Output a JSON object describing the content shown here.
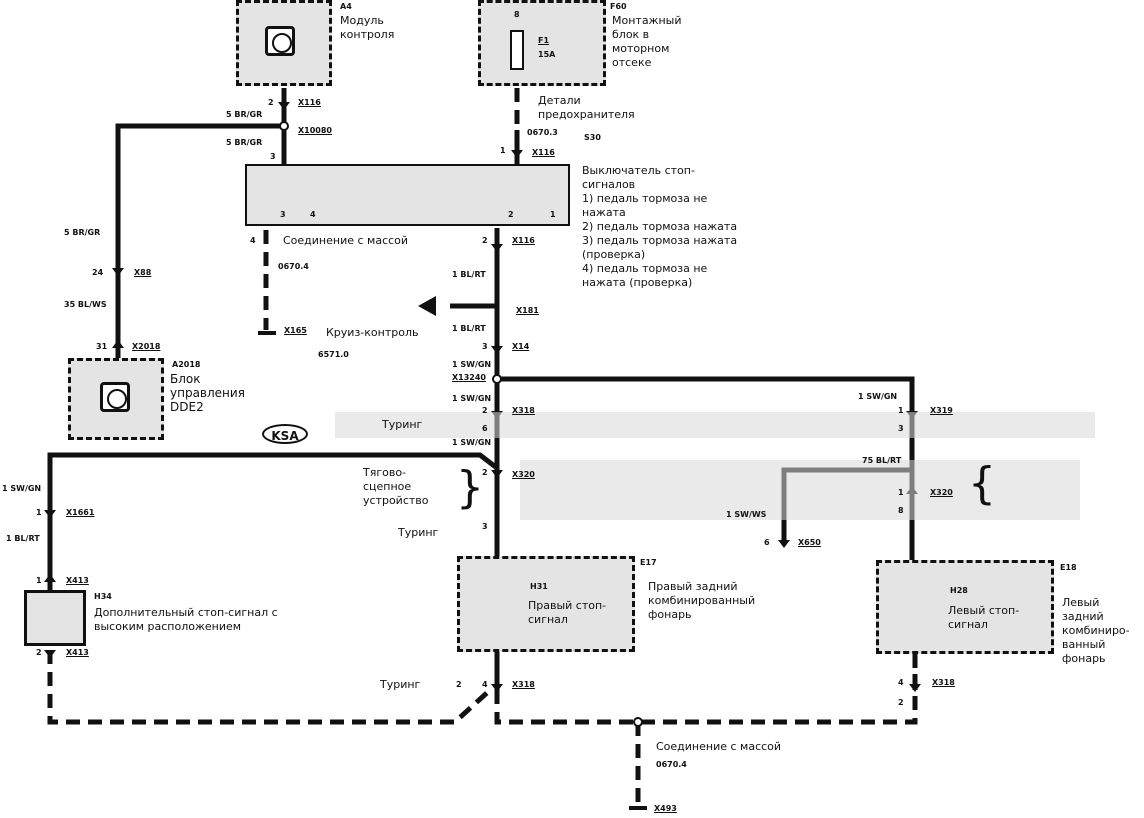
{
  "components": {
    "a4": {
      "code": "A4",
      "name": "Модуль\nконтроля"
    },
    "f60": {
      "code": "F60",
      "name": "Монтажный\nблок в\nмоторном\nотсеке",
      "fuse_name": "F1",
      "fuse_rating": "15A",
      "pin": "8"
    },
    "fuse_details": {
      "name": "Детали\nпредохранителя",
      "ref": "0670.3",
      "code": "S30"
    },
    "brake_switch": {
      "name": "Выключатель стоп-\nсигналов\n1) педаль тормоза не\nнажата\n2) педаль тормоза нажата\n3) педаль тормоза нажата\n(проверка)\n4) педаль тормоза не\nнажата (проверка)"
    },
    "a2018": {
      "code": "A2018",
      "name": "Блок\nуправления\nDDE2"
    },
    "h34": {
      "code": "H34",
      "name": "Дополнительный стоп-сигнал с\nвысоким расположением"
    },
    "e17": {
      "code": "E17",
      "name": "Правый задний\nкомбинированный\nфонарь"
    },
    "h31": {
      "code": "H31",
      "name": "Правый стоп-\nсигнал"
    },
    "e18": {
      "code": "E18",
      "name": "Левый\nзадний\nкомбиниро-\nванный\nфонарь"
    },
    "h28": {
      "code": "H28",
      "name": "Левый стоп-\nсигнал"
    }
  },
  "labels": {
    "ground1": "Соединение с массой",
    "ground1_ref": "0670.4",
    "ground1_conn": "X165",
    "cruise": "Круиз-контроль",
    "cruise_ref": "6571.0",
    "ksa": "KSA",
    "touring": "Туринг",
    "towing": "Тягово-\nсцепное\nустройство",
    "ground2": "Соединение с массой",
    "ground2_ref": "0670.4",
    "ground2_conn": "X493"
  },
  "wires": {
    "a4_out": "5 BR/GR",
    "a4_out2": "5 BR/GR",
    "left_vert": "5 BR/GR",
    "x88_pin": "24",
    "x88_wire": "35 BL/WS",
    "x2018_pin": "31",
    "bl_rt_1": "1 BL/RT",
    "bl_rt_2": "1 BL/RT",
    "sw_gn_1": "1 SW/GN",
    "sw_gn_2": "1 SW/GN",
    "sw_gn_3": "1 SW/GN",
    "sw_gn_right": "1 SW/GN",
    "sw_gn_left": "1 SW/GN",
    "bl_rt_left": "1 BL/RT",
    "bl_rt_right": "75 BL/RT",
    "sw_ws": "1 SW/WS"
  },
  "connectors": {
    "x116_a4": "X116",
    "x10080": "X10080",
    "x116_fuse": "X116",
    "x116_sw": "X116",
    "x88": "X88",
    "x2018": "X2018",
    "x181": "X181",
    "x14": "X14",
    "x13240": "X13240",
    "x318_top": "X318",
    "x319": "X319",
    "x320_mid": "X320",
    "x320_right": "X320",
    "x1661": "X1661",
    "x413_top": "X413",
    "x413_bot": "X413",
    "x318_bot": "X318",
    "x318_right": "X318",
    "x650": "X650"
  },
  "pins": {
    "p2_a4": "2",
    "p1_fuse": "1",
    "p3_sw": "3",
    "p3_sw_b": "3",
    "p4_sw_b": "4",
    "p2_sw_b": "2",
    "p1_sw_b": "1",
    "p4_gnd": "4",
    "p2_x116": "2",
    "p3_x14": "3",
    "p2_x318": "2",
    "p6_x318": "6",
    "p2_x320": "2",
    "p3_bottom": "3",
    "p1_x319": "1",
    "p3_x319": "3",
    "p1_x320": "1",
    "p8_x320": "8",
    "p6_x650": "6",
    "p1_x1661": "1",
    "p1_x413": "1",
    "p2_x413": "2",
    "p2_bot": "2",
    "p4_x318": "4",
    "p4_x318r": "4",
    "p2_right": "2"
  },
  "colors": {
    "wire": "#111111",
    "box_fill": "#e4e4e4",
    "paper": "#ffffff"
  }
}
